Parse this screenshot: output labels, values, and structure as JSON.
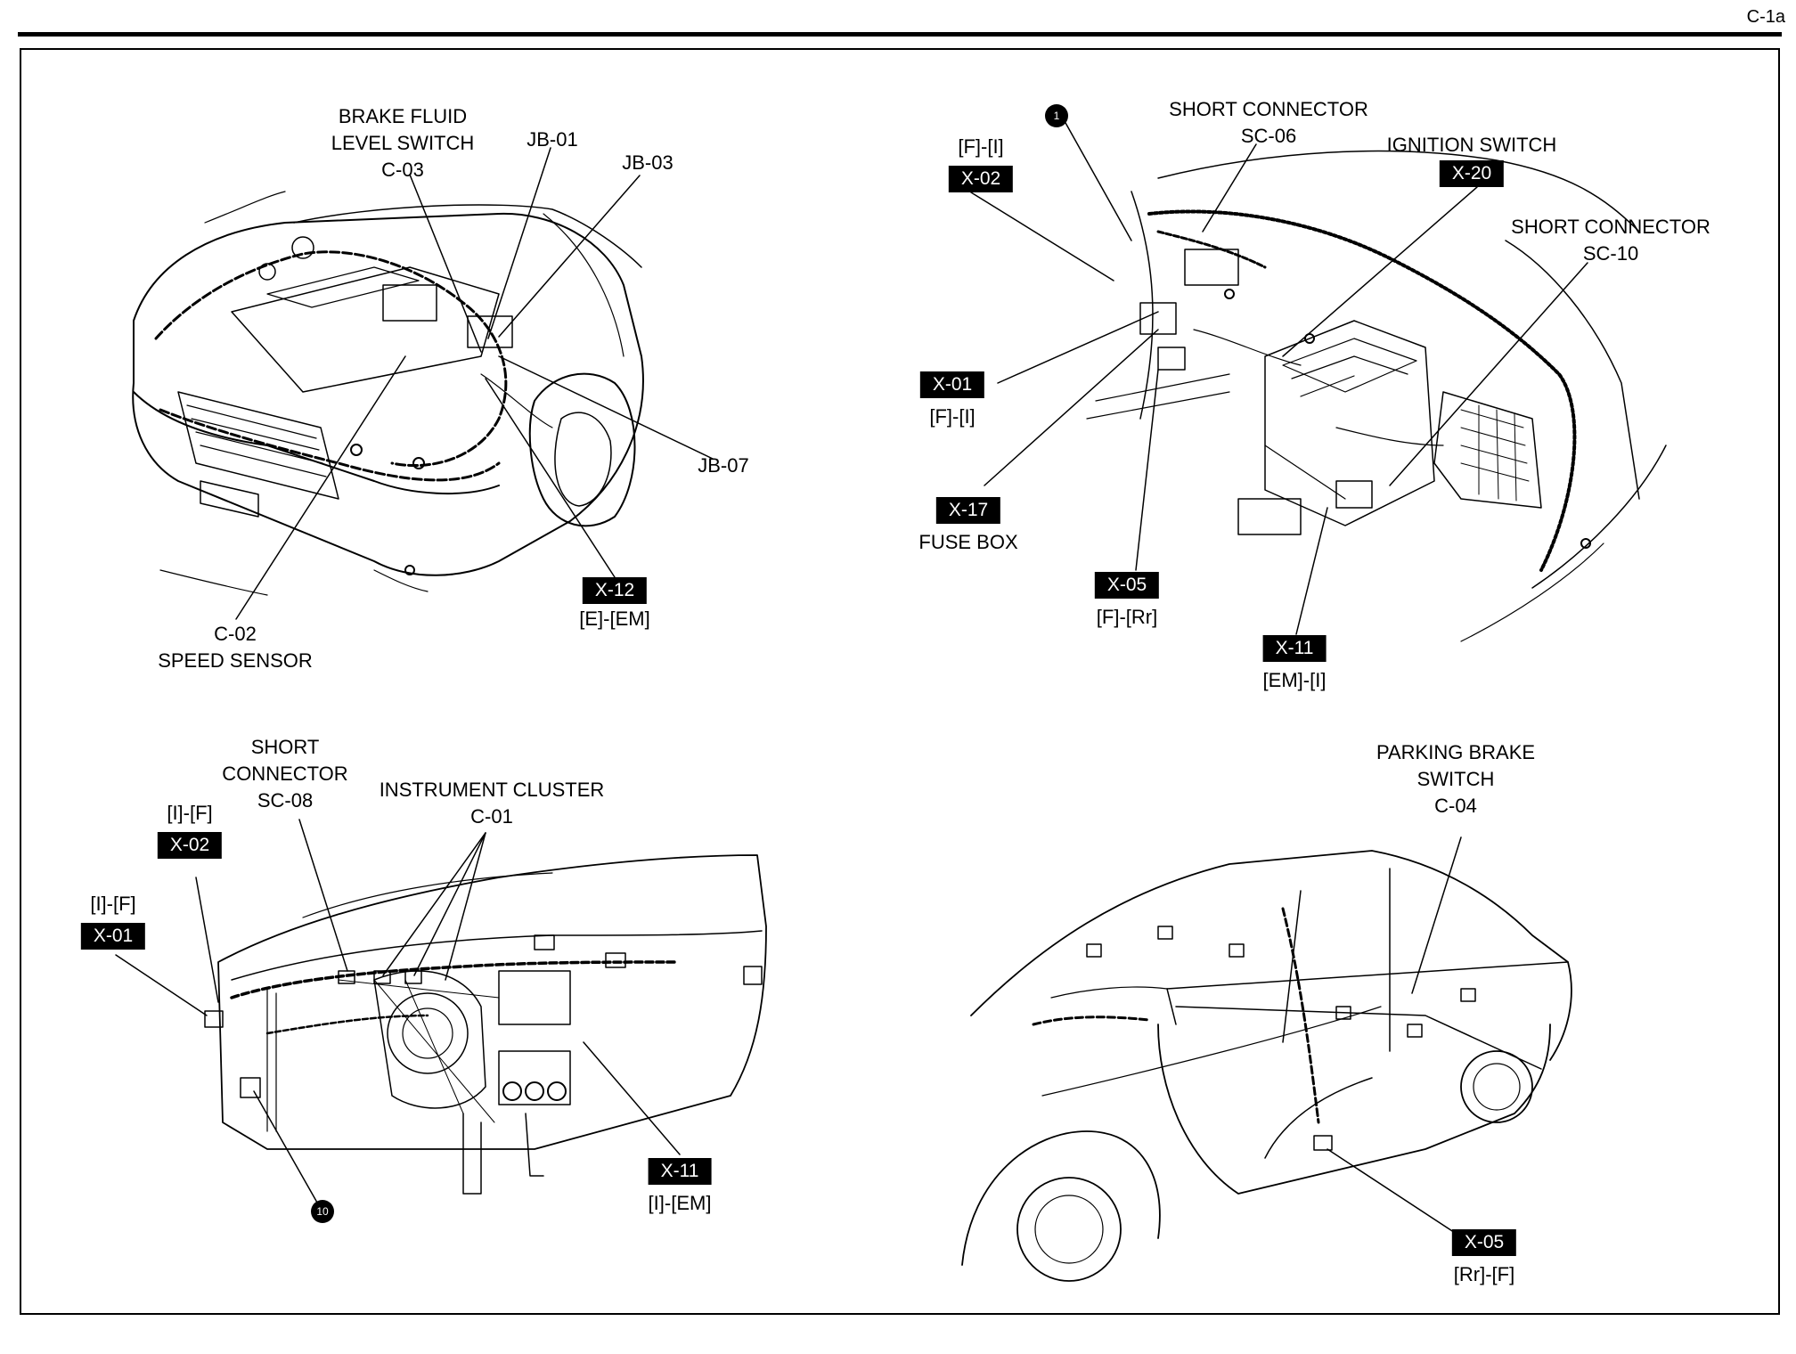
{
  "page": {
    "number": "C-1a"
  },
  "panels": {
    "engine": {
      "brake_fluid": "BRAKE FLUID\nLEVEL SWITCH\nC-03",
      "jb01": "JB-01",
      "jb03": "JB-03",
      "jb07": "JB-07",
      "x12_tag": "X-12",
      "x12_route": "[E]-[EM]",
      "speed_sensor": "C-02\nSPEED SENSOR"
    },
    "cabin": {
      "dot_1": "1",
      "x02_route": "[F]-[I]",
      "x02_tag": "X-02",
      "short_sc06": "SHORT CONNECTOR\nSC-06",
      "ignition": "IGNITION SWITCH",
      "x20_tag": "X-20",
      "short_sc10": "SHORT CONNECTOR\nSC-10",
      "x01_tag": "X-01",
      "x01_route": "[F]-[I]",
      "x17_tag": "X-17",
      "fuse_box": "FUSE BOX",
      "x05_tag": "X-05",
      "x05_route": "[F]-[Rr]",
      "x11_tag": "X-11",
      "x11_route": "[EM]-[I]"
    },
    "dashboard": {
      "short_sc08": "SHORT\nCONNECTOR\nSC-08",
      "instrument": "INSTRUMENT CLUSTER\nC-01",
      "x02_route": "[I]-[F]",
      "x02_tag": "X-02",
      "x01_route": "[I]-[F]",
      "x01_tag": "X-01",
      "x11_tag": "X-11",
      "x11_route": "[I]-[EM]",
      "dot_10": "10"
    },
    "body": {
      "parking": "PARKING BRAKE\nSWITCH\nC-04",
      "x05_tag": "X-05",
      "x05_route": "[Rr]-[F]"
    }
  }
}
